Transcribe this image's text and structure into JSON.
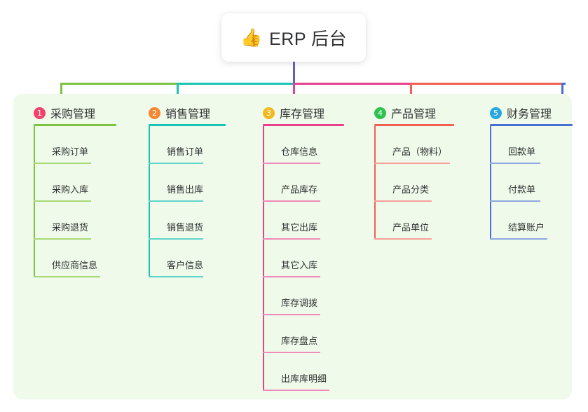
{
  "root": {
    "emoji": "👍",
    "emoji_name": "thumbs-up-emoji",
    "title": "ERP 后台",
    "stem_color": "#5b5fc7"
  },
  "panel": {
    "background": "#effaea"
  },
  "branches": [
    {
      "number": "1",
      "title": "采购管理",
      "badge_color": "#f0436c",
      "line_color": "#7ec242",
      "rule_color": "#a9d977",
      "head_rule_width": 118,
      "items": [
        {
          "label": "采购订单",
          "rule_width": 82
        },
        {
          "label": "采购入库",
          "rule_width": 82
        },
        {
          "label": "采购退货",
          "rule_width": 82
        },
        {
          "label": "供应商信息",
          "rule_width": 95
        }
      ]
    },
    {
      "number": "2",
      "title": "销售管理",
      "badge_color": "#f58733",
      "line_color": "#17c3b2",
      "rule_color": "#63d5cc",
      "head_rule_width": 110,
      "items": [
        {
          "label": "销售订单",
          "rule_width": 78
        },
        {
          "label": "销售出库",
          "rule_width": 78
        },
        {
          "label": "销售退货",
          "rule_width": 78
        },
        {
          "label": "客户信息",
          "rule_width": 78
        }
      ]
    },
    {
      "number": "3",
      "title": "库存管理",
      "badge_color": "#f5b920",
      "line_color": "#e8408c",
      "rule_color": "#f08cba",
      "head_rule_width": 116,
      "items": [
        {
          "label": "仓库信息",
          "rule_width": 82
        },
        {
          "label": "产品库存",
          "rule_width": 82
        },
        {
          "label": "其它出库",
          "rule_width": 82
        },
        {
          "label": "其它入库",
          "rule_width": 82
        },
        {
          "label": "库存调拨",
          "rule_width": 82
        },
        {
          "label": "库存盘点",
          "rule_width": 82
        },
        {
          "label": "出库库明细",
          "rule_width": 95
        }
      ]
    },
    {
      "number": "4",
      "title": "产品管理",
      "badge_color": "#2ec14e",
      "line_color": "#f2614f",
      "rule_color": "#f6a199",
      "head_rule_width": 114,
      "items": [
        {
          "label": "产品（物料）",
          "rule_width": 108
        },
        {
          "label": "产品分类",
          "rule_width": 82
        },
        {
          "label": "产品单位",
          "rule_width": 82
        }
      ]
    },
    {
      "number": "5",
      "title": "财务管理",
      "badge_color": "#29a8e0",
      "line_color": "#4a6fd4",
      "rule_color": "#8ea8e0",
      "head_rule_width": 118,
      "items": [
        {
          "label": "回款单",
          "rule_width": 72
        },
        {
          "label": "付款单",
          "rule_width": 72
        },
        {
          "label": "结算账户",
          "rule_width": 82
        }
      ]
    }
  ]
}
